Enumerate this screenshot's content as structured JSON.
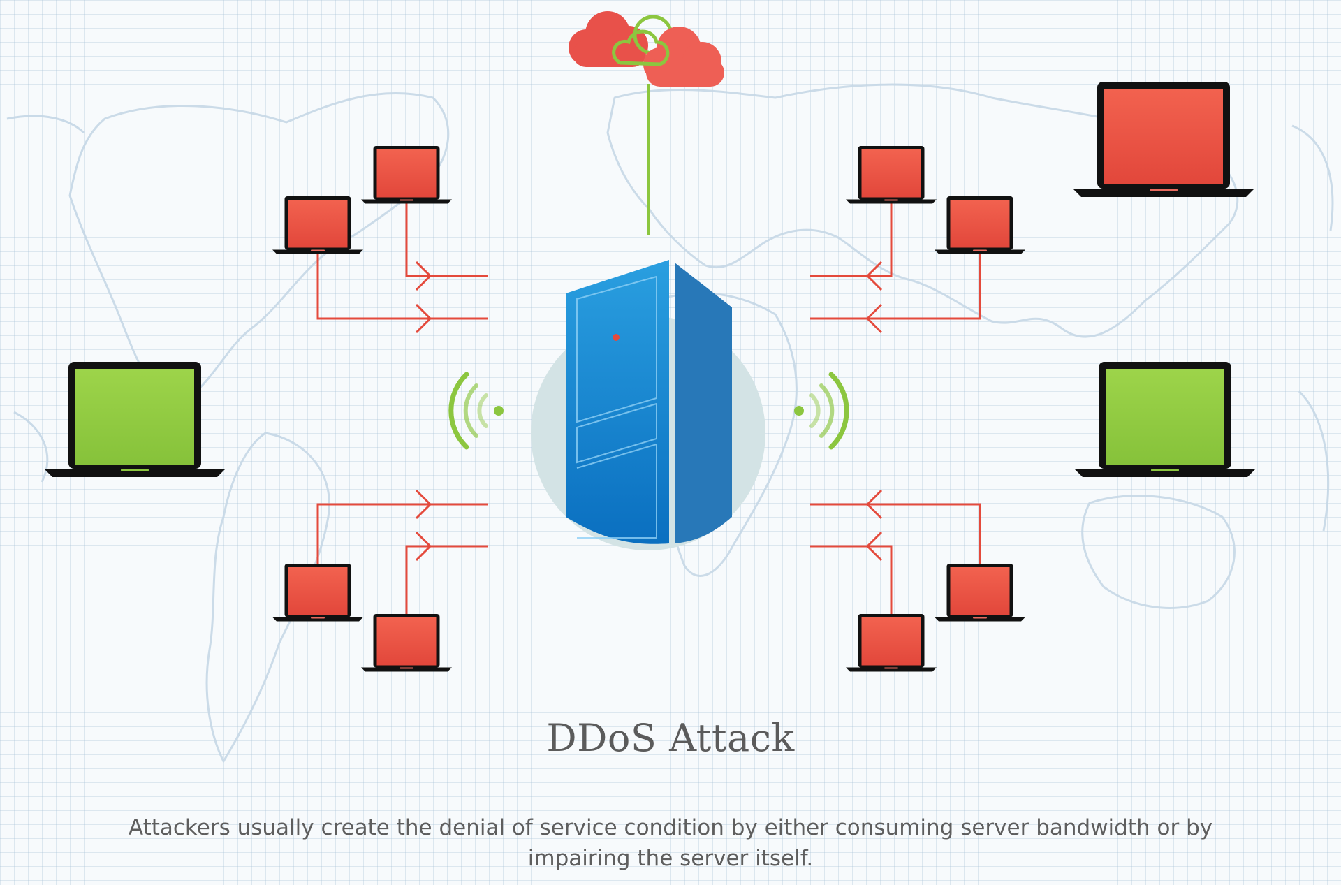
{
  "diagram": {
    "title": "DDoS Attack",
    "caption": "Attackers usually create the denial of service condition by either consuming server bandwidth or by impairing the server itself."
  },
  "nodes": {
    "cloud": {
      "icon": "cloud-icon"
    },
    "server": {
      "icon": "server-icon"
    },
    "legitimate_clients": [
      {
        "icon": "laptop-icon",
        "status": "legitimate"
      },
      {
        "icon": "laptop-icon",
        "status": "legitimate"
      }
    ],
    "attacker_main": {
      "icon": "laptop-icon",
      "status": "attacker"
    },
    "bots": [
      {
        "icon": "laptop-icon",
        "status": "bot"
      },
      {
        "icon": "laptop-icon",
        "status": "bot"
      },
      {
        "icon": "laptop-icon",
        "status": "bot"
      },
      {
        "icon": "laptop-icon",
        "status": "bot"
      },
      {
        "icon": "laptop-icon",
        "status": "bot"
      },
      {
        "icon": "laptop-icon",
        "status": "bot"
      },
      {
        "icon": "laptop-icon",
        "status": "bot"
      },
      {
        "icon": "laptop-icon",
        "status": "bot"
      }
    ]
  },
  "colors": {
    "attack": "#e44a3c",
    "legit": "#8cc63f",
    "server": "#1689d0",
    "cloud": "#e8514a",
    "text": "#5b5b5b",
    "map": "#c5d7e6"
  }
}
